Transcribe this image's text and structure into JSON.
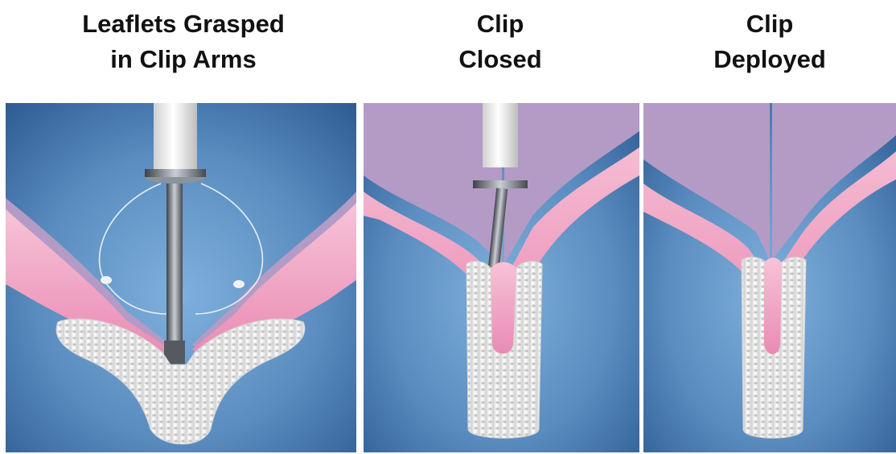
{
  "panels": [
    {
      "title_lines": [
        "Leaflets Grasped",
        "in Clip Arms"
      ]
    },
    {
      "title_lines": [
        "Clip",
        "Closed"
      ]
    },
    {
      "title_lines": [
        "Clip",
        "Deployed"
      ]
    }
  ],
  "colors": {
    "background_center": "#6d9fcf",
    "background_edge": "#2f5f96",
    "leaflet_pink": "#f2a9c7",
    "leaflet_purple": "#b19ac5",
    "clip_white": "#f1f1f1",
    "catheter_white": "#f4f4f4"
  }
}
